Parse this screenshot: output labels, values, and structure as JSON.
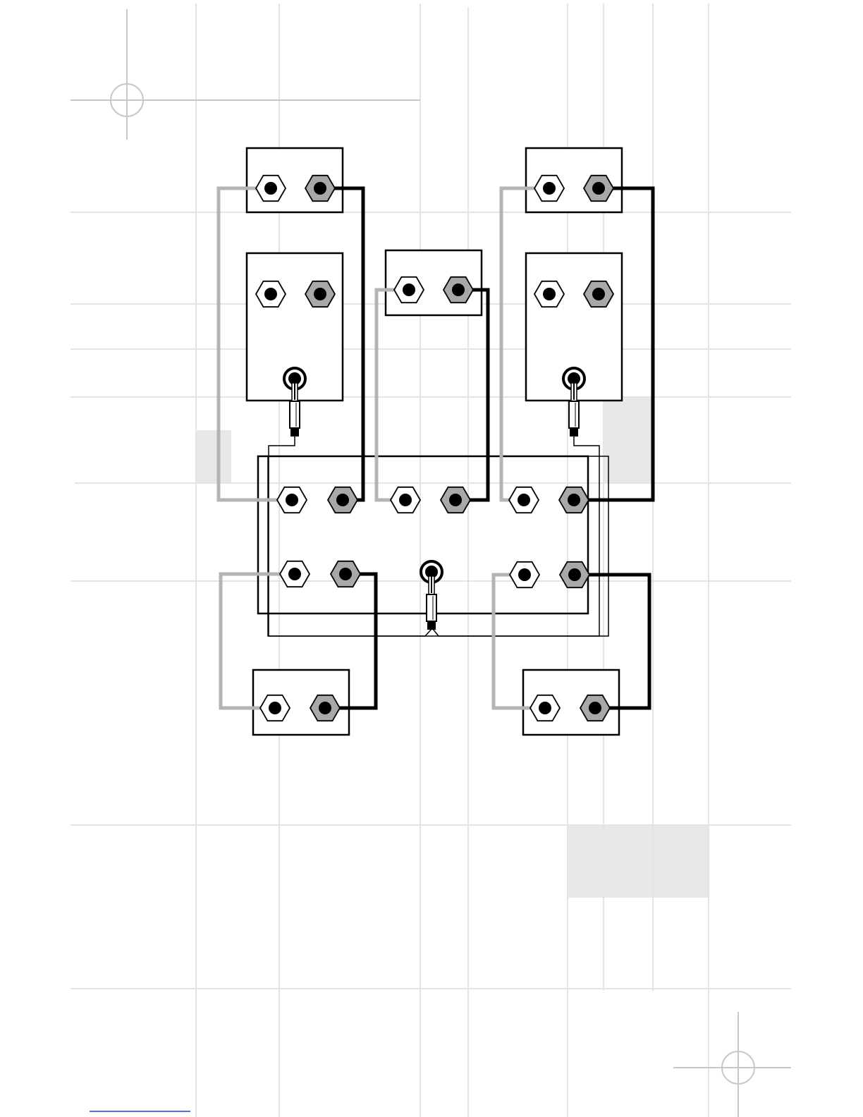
{
  "diagram": {
    "type": "speaker-amplifier wiring diagram",
    "text": [],
    "colors": {
      "positive_wire": "#000000",
      "negative_wire": "#b4b4b4",
      "terminal_positive": "#a8a8a8",
      "terminal_negative": "#ffffff",
      "guide_lines": "#e4e4e4"
    },
    "components": [
      {
        "id": "front-left-speaker",
        "kind": "speaker",
        "terminals": [
          "negative",
          "positive"
        ]
      },
      {
        "id": "left-subwoofer",
        "kind": "powered-subwoofer",
        "terminals": [
          "negative",
          "positive",
          "rca-input"
        ]
      },
      {
        "id": "center-speaker",
        "kind": "speaker",
        "terminals": [
          "negative",
          "positive"
        ]
      },
      {
        "id": "front-right-speaker",
        "kind": "speaker",
        "terminals": [
          "negative",
          "positive"
        ]
      },
      {
        "id": "right-subwoofer",
        "kind": "powered-subwoofer",
        "terminals": [
          "negative",
          "positive",
          "rca-input"
        ]
      },
      {
        "id": "receiver",
        "kind": "amplifier",
        "terminals": [
          "front-left",
          "center",
          "front-right",
          "surround-left",
          "surround-right",
          "subwoofer-out"
        ]
      },
      {
        "id": "surround-left-speaker",
        "kind": "speaker",
        "terminals": [
          "negative",
          "positive"
        ]
      },
      {
        "id": "surround-right-speaker",
        "kind": "speaker",
        "terminals": [
          "negative",
          "positive"
        ]
      }
    ]
  }
}
